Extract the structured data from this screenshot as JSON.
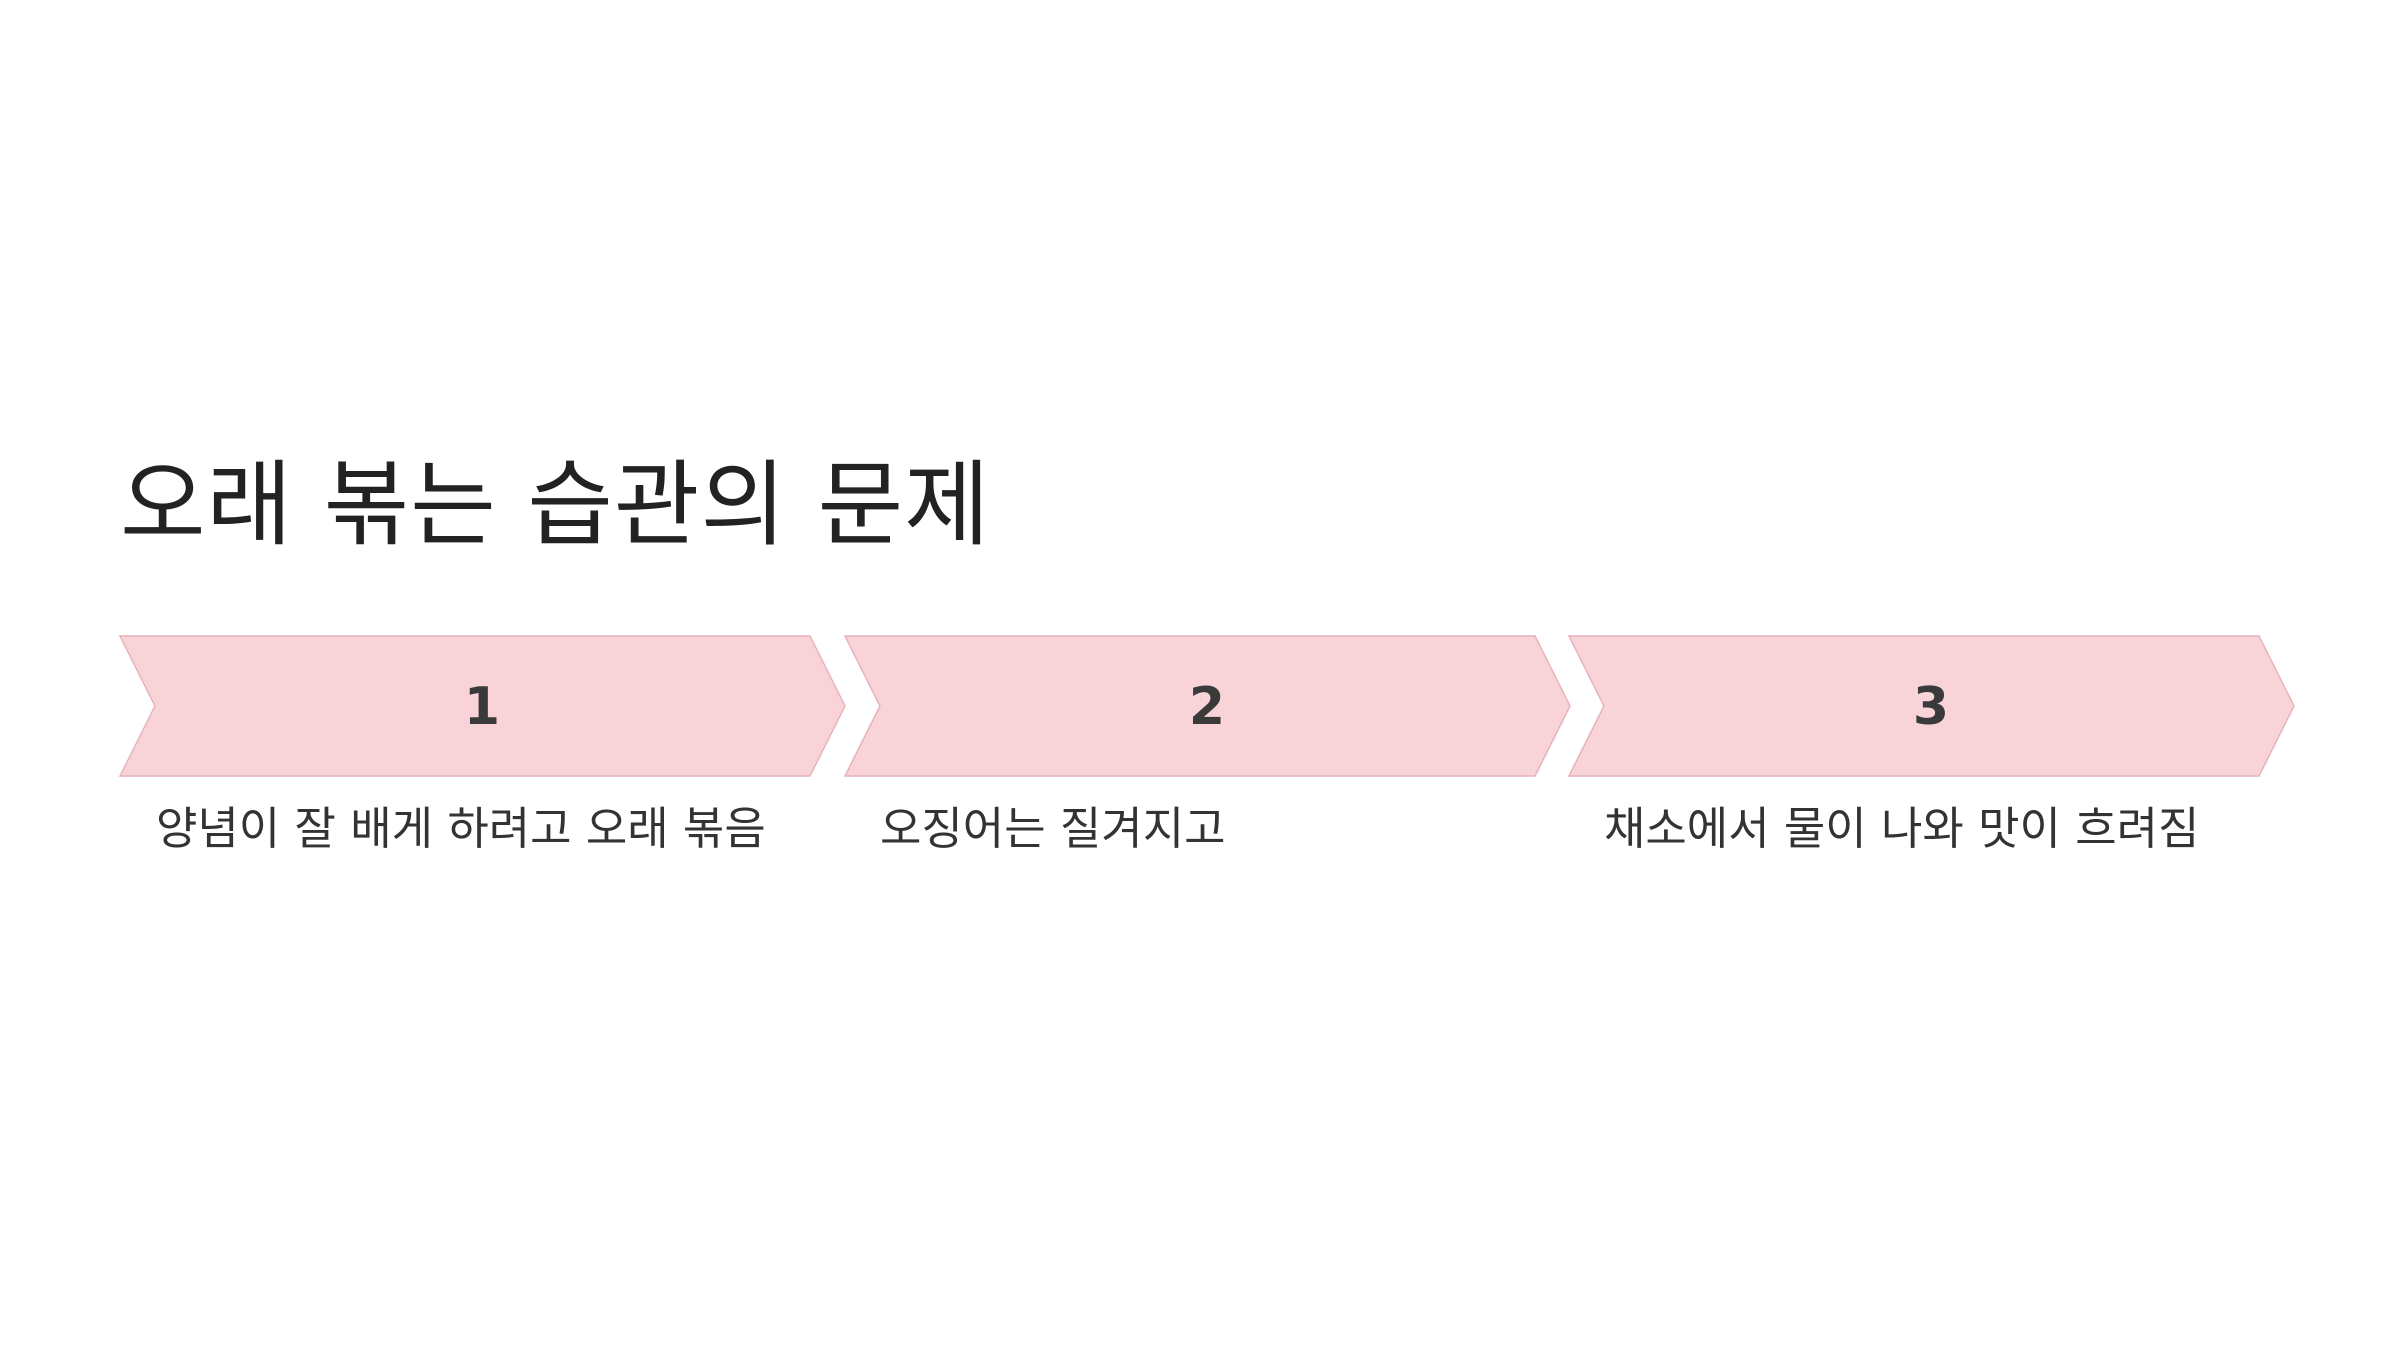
{
  "title": "오래 볶는 습관의 문제",
  "colors": {
    "chevron_fill": "#f8d4d9",
    "chevron_stroke": "#e8b2ba",
    "text": "#222222"
  },
  "steps": [
    {
      "number": "1",
      "description": "양념이 잘 배게 하려고 오래 볶음"
    },
    {
      "number": "2",
      "description": "오징어는 질겨지고"
    },
    {
      "number": "3",
      "description": "채소에서 물이 나와 맛이 흐려짐"
    }
  ]
}
